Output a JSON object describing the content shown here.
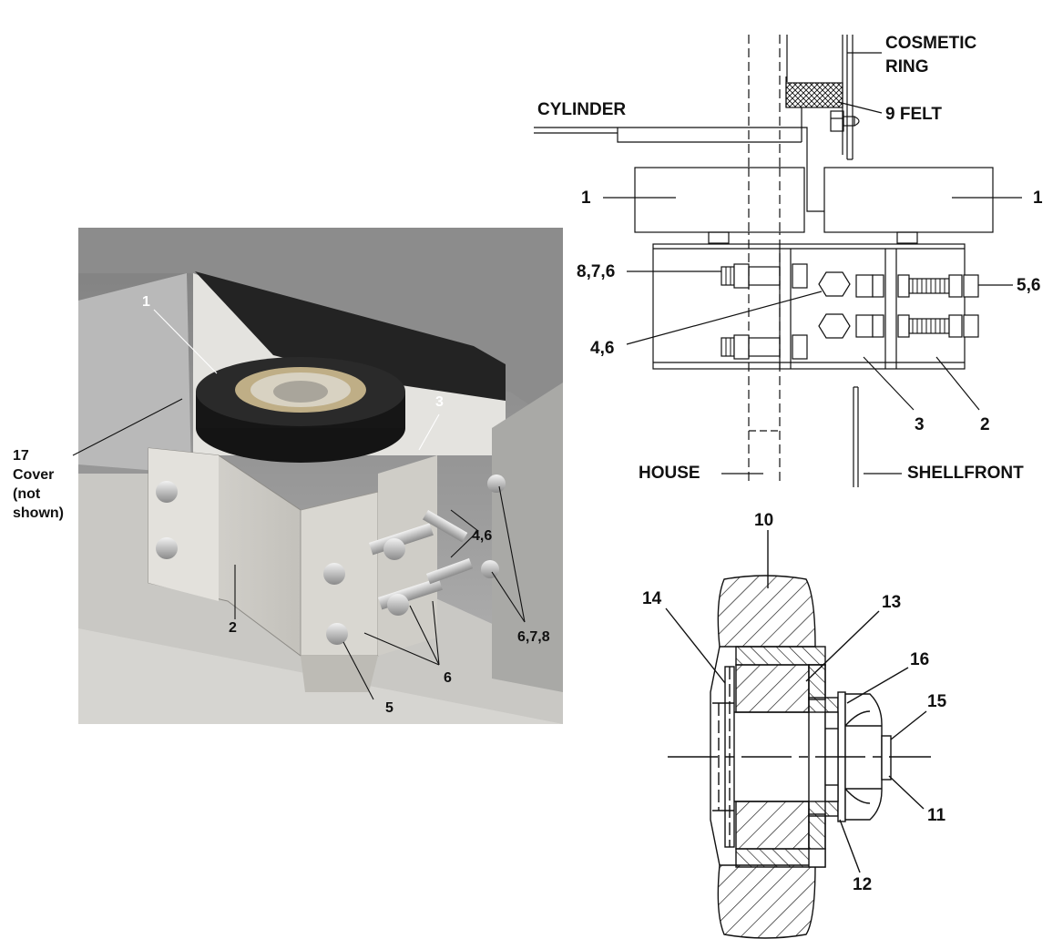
{
  "photo": {
    "labels": {
      "roller": "1",
      "bracket": "2",
      "plate": "3",
      "bolts_upper": "4,6",
      "bolt": "5",
      "washers": "6",
      "bolts_side": "6,7,8"
    },
    "cover_note": [
      "17",
      "Cover",
      "(not",
      "shown)"
    ]
  },
  "top_view": {
    "cosmetic_ring": [
      "COSMETIC",
      "RING"
    ],
    "felt": "9  FELT",
    "cylinder": "CYLINDER",
    "roller_left": "1",
    "roller_right": "1",
    "bolts_left": "8,7,6",
    "bolts_right": "5,6",
    "bolt_center": "4,6",
    "plate": "3",
    "bracket": "2",
    "house": "HOUSE",
    "shellfront": "SHELLFRONT"
  },
  "section_view": {
    "tire": "10",
    "nut": "11",
    "washer": "12",
    "bearing": "13",
    "ring": "14",
    "bolt": "15",
    "spacer": "16"
  }
}
